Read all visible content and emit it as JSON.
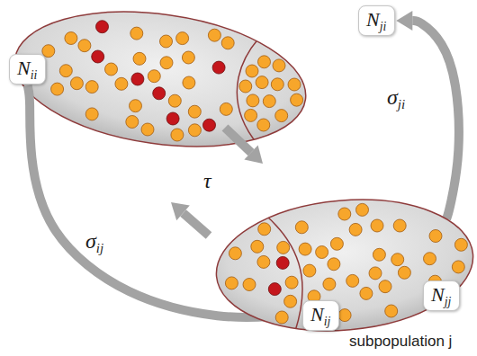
{
  "diagram": {
    "nodes": [
      {
        "text": [
          "Nii"
        ]
      },
      {
        "text": [
          "Nji"
        ]
      },
      {
        "text": [
          "subpopulation j"
        ]
      },
      {
        "text": [
          "Njj"
        ]
      },
      {
        "text": [
          "Nij"
        ]
      }
    ],
    "edges": [
      {
        "from": 2,
        "to": 1,
        "arrow": "to",
        "label": "σji"
      },
      {
        "from": 0,
        "to": 4,
        "arrow": "to",
        "label": "σij"
      }
    ],
    "labels": [
      "τ"
    ]
  }
}
